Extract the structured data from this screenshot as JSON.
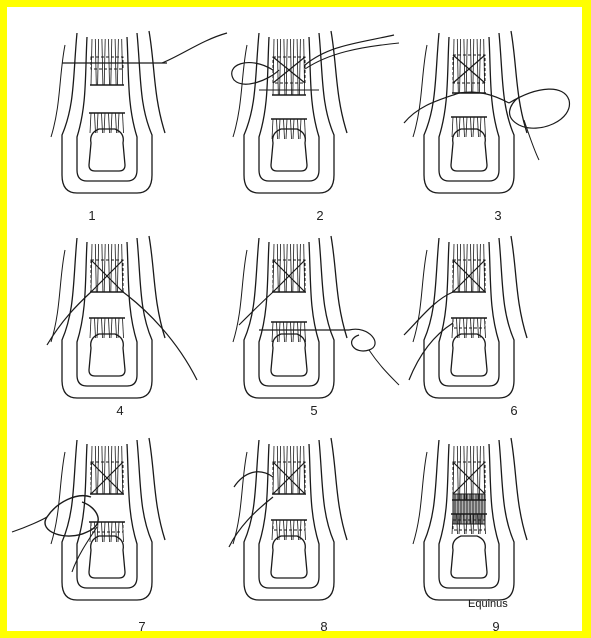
{
  "figure": {
    "border_color": "#ffff00",
    "stroke_color": "#1a1a1a",
    "panels": [
      {
        "label": "1",
        "step": 1
      },
      {
        "label": "2",
        "step": 2
      },
      {
        "label": "3",
        "step": 3
      },
      {
        "label": "4",
        "step": 4
      },
      {
        "label": "5",
        "step": 5
      },
      {
        "label": "6",
        "step": 6
      },
      {
        "label": "7",
        "step": 7
      },
      {
        "label": "8",
        "step": 8
      },
      {
        "label": "9",
        "step": 9,
        "annotation": "Equinus"
      }
    ]
  }
}
